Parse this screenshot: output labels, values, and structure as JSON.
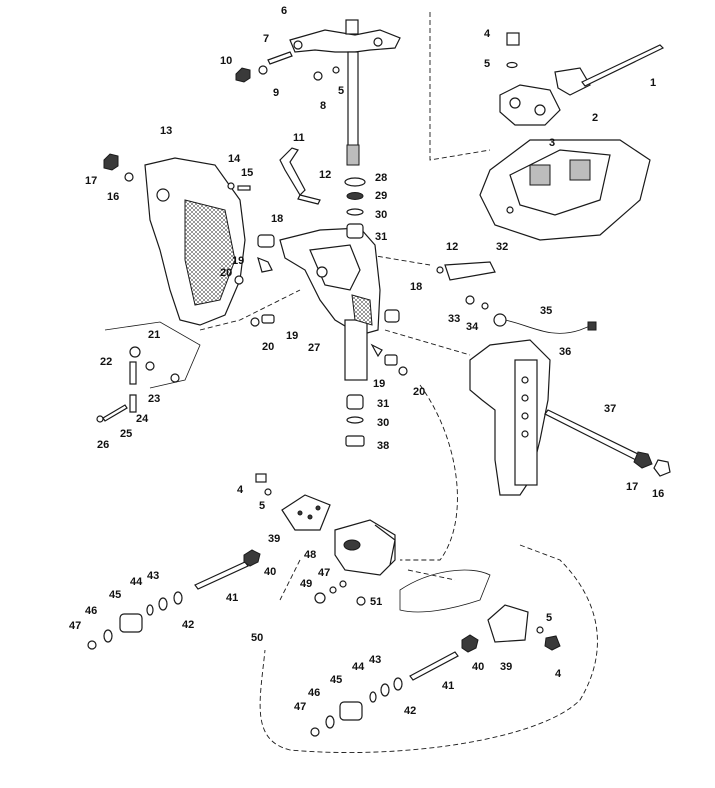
{
  "callouts": [
    {
      "id": "c1",
      "label": "1"
    },
    {
      "id": "c2",
      "label": "2"
    },
    {
      "id": "c3",
      "label": "3"
    },
    {
      "id": "c4a",
      "label": "4"
    },
    {
      "id": "c5a",
      "label": "5"
    },
    {
      "id": "c5b",
      "label": "5"
    },
    {
      "id": "c6",
      "label": "6"
    },
    {
      "id": "c7",
      "label": "7"
    },
    {
      "id": "c8",
      "label": "8"
    },
    {
      "id": "c9",
      "label": "9"
    },
    {
      "id": "c10",
      "label": "10"
    },
    {
      "id": "c11",
      "label": "11"
    },
    {
      "id": "c12a",
      "label": "12"
    },
    {
      "id": "c13",
      "label": "13"
    },
    {
      "id": "c14",
      "label": "14"
    },
    {
      "id": "c15",
      "label": "15"
    },
    {
      "id": "c16a",
      "label": "16"
    },
    {
      "id": "c17a",
      "label": "17"
    },
    {
      "id": "c18a",
      "label": "18"
    },
    {
      "id": "c19a",
      "label": "19"
    },
    {
      "id": "c20a",
      "label": "20"
    },
    {
      "id": "c28",
      "label": "28"
    },
    {
      "id": "c29",
      "label": "29"
    },
    {
      "id": "c30a",
      "label": "30"
    },
    {
      "id": "c31a",
      "label": "31"
    },
    {
      "id": "c12b",
      "label": "12"
    },
    {
      "id": "c32",
      "label": "32"
    },
    {
      "id": "c18b",
      "label": "18"
    },
    {
      "id": "c33",
      "label": "33"
    },
    {
      "id": "c34",
      "label": "34"
    },
    {
      "id": "c35",
      "label": "35"
    },
    {
      "id": "c36",
      "label": "36"
    },
    {
      "id": "c19b",
      "label": "19"
    },
    {
      "id": "c20b",
      "label": "20"
    },
    {
      "id": "c21",
      "label": "21"
    },
    {
      "id": "c22",
      "label": "22"
    },
    {
      "id": "c23",
      "label": "23"
    },
    {
      "id": "c24",
      "label": "24"
    },
    {
      "id": "c25",
      "label": "25"
    },
    {
      "id": "c26",
      "label": "26"
    },
    {
      "id": "c27",
      "label": "27"
    },
    {
      "id": "c19c",
      "label": "19"
    },
    {
      "id": "c20c",
      "label": "20"
    },
    {
      "id": "c31b",
      "label": "31"
    },
    {
      "id": "c30b",
      "label": "30"
    },
    {
      "id": "c38",
      "label": "38"
    },
    {
      "id": "c37",
      "label": "37"
    },
    {
      "id": "c17b",
      "label": "17"
    },
    {
      "id": "c16b",
      "label": "16"
    },
    {
      "id": "c4b",
      "label": "4"
    },
    {
      "id": "c5c",
      "label": "5"
    },
    {
      "id": "c39a",
      "label": "39"
    },
    {
      "id": "c48",
      "label": "48"
    },
    {
      "id": "c40a",
      "label": "40"
    },
    {
      "id": "c41a",
      "label": "41"
    },
    {
      "id": "c42a",
      "label": "42"
    },
    {
      "id": "c43a",
      "label": "43"
    },
    {
      "id": "c44a",
      "label": "44"
    },
    {
      "id": "c45a",
      "label": "45"
    },
    {
      "id": "c46a",
      "label": "46"
    },
    {
      "id": "c47a",
      "label": "47"
    },
    {
      "id": "c47b",
      "label": "47"
    },
    {
      "id": "c49",
      "label": "49"
    },
    {
      "id": "c51",
      "label": "51"
    },
    {
      "id": "c50",
      "label": "50"
    },
    {
      "id": "c5d",
      "label": "5"
    },
    {
      "id": "c4c",
      "label": "4"
    },
    {
      "id": "c40b",
      "label": "40"
    },
    {
      "id": "c39b",
      "label": "39"
    },
    {
      "id": "c41b",
      "label": "41"
    },
    {
      "id": "c42b",
      "label": "42"
    },
    {
      "id": "c43b",
      "label": "43"
    },
    {
      "id": "c44b",
      "label": "44"
    },
    {
      "id": "c45b",
      "label": "45"
    },
    {
      "id": "c46b",
      "label": "46"
    },
    {
      "id": "c47c",
      "label": "47"
    }
  ]
}
